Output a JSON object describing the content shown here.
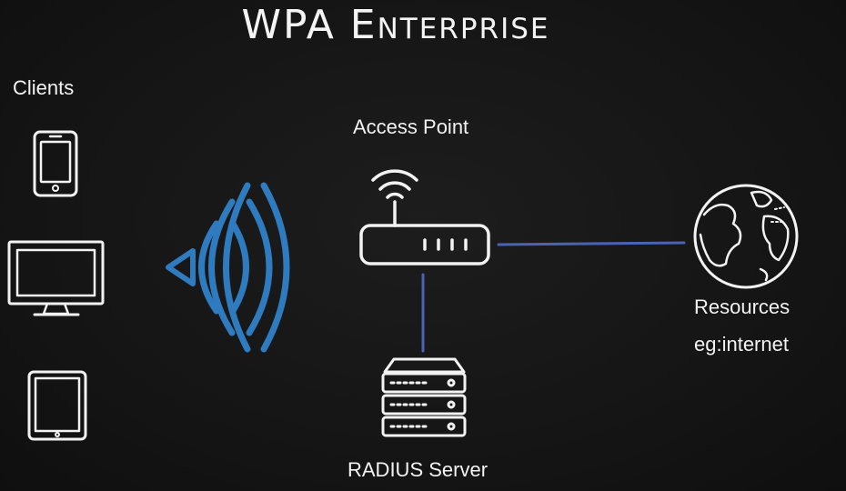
{
  "title": "WPA Enterprise",
  "labels": {
    "clients": "Clients",
    "access_point": "Access Point",
    "radius_server": "RADIUS Server",
    "resources": "Resources",
    "resources_example": "eg:internet"
  },
  "colors": {
    "background": "#151515",
    "chalk": "#f2f2f2",
    "accent_blue": "#2f7bbf",
    "link_blue": "#4a63b5"
  },
  "icons": [
    "phone-icon",
    "monitor-icon",
    "tablet-icon",
    "wifi-signal-icon",
    "router-icon",
    "server-icon",
    "globe-icon"
  ]
}
